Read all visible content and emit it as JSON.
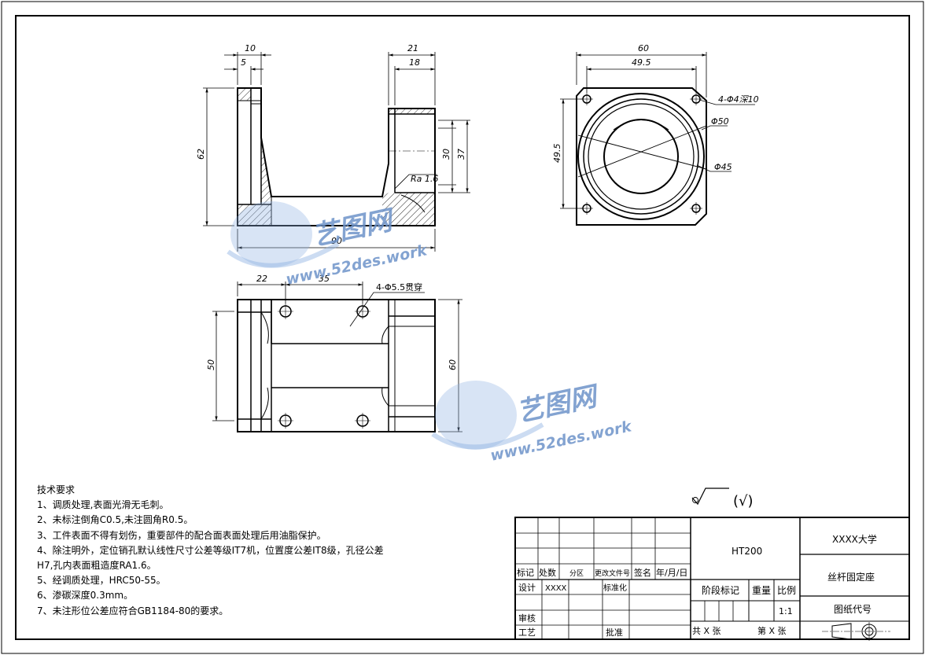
{
  "dimensions": {
    "side_width_10": "10",
    "side_width_5": "5",
    "side_width_21": "21",
    "side_width_18": "18",
    "side_height_62": "62",
    "side_height_30": "30",
    "side_height_37": "37",
    "side_length_90": "90",
    "roughness": "Ra 1.6",
    "front_width_60": "60",
    "front_width_49_5": "49.5",
    "front_height_49_5": "49.5",
    "front_holes_note": "4-Φ4深10",
    "front_diameter_50": "Φ50",
    "front_diameter_45": "Φ45",
    "top_dim_22": "22",
    "top_dim_35": "35",
    "top_height_50": "50",
    "top_height_60": "60",
    "top_holes_note": "4-Φ5.5贯穿"
  },
  "tech_requirements": {
    "title": "技术要求",
    "items": [
      "1、调质处理,表面光滑无毛刺。",
      "2、未标注倒角C0.5,未注圆角R0.5。",
      "3、工件表面不得有划伤，重要部件的配合面表面处理后用油脂保护。",
      "4、除注明外，定位销孔默认线性尺寸公差等级IT7机，位置度公差IT8级，孔径公差",
      "H7,孔内表面粗造度RA1.6。",
      "5、经调质处理，HRC50-55。",
      "6、渗碳深度0.3mm。",
      "7、未注形位公差应符合GB1184-80的要求。"
    ]
  },
  "surface_symbol_note": "(√)",
  "title_block": {
    "material": "HT200",
    "university": "XXXX大学",
    "part_name": "丝杆固定座",
    "drawing_code_label": "图纸代号",
    "stage_label": "阶段标记",
    "weight_label": "重量",
    "scale_label": "比例",
    "scale_value": "1:1",
    "sheets_total": "共 X 张",
    "sheet_no": "第 X 张",
    "row_marker": "标记",
    "row_count": "处数",
    "row_zone": "分区",
    "row_change_doc": "更改文件号",
    "row_sign": "签名",
    "row_date": "年/月/日",
    "design_label": "设计",
    "designer": "XXXX",
    "standardize_label": "标准化",
    "review_label": "审核",
    "process_label": "工艺",
    "approve_label": "批准"
  },
  "watermark": {
    "brand": "艺图网",
    "url": "www.52des.work"
  }
}
